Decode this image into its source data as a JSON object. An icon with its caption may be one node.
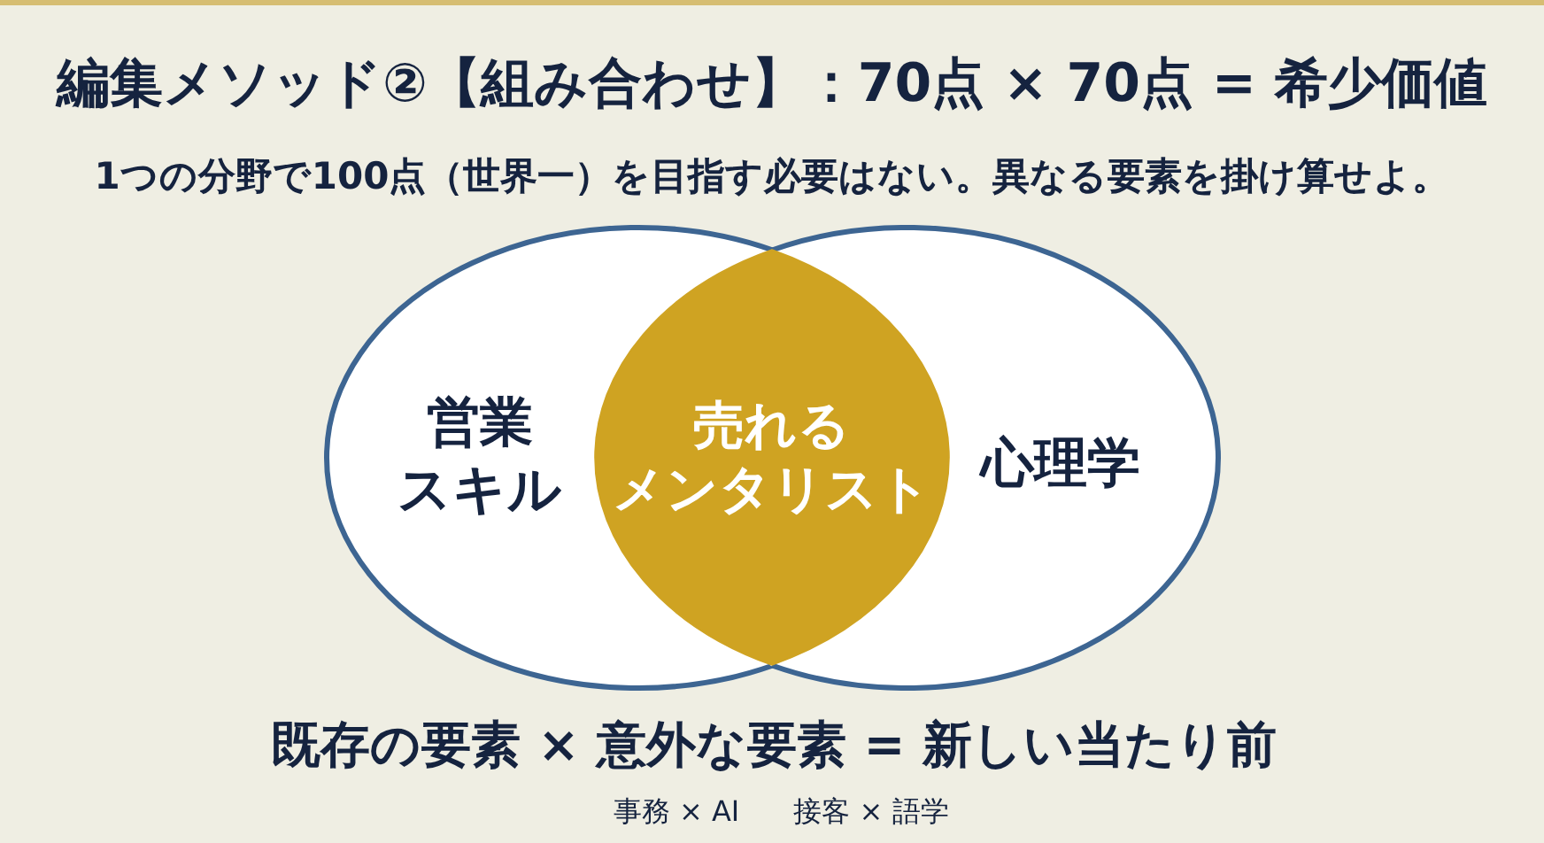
{
  "diagram": {
    "title": "編集メソッド②【組み合わせ】：70点 × 70点 = 希少価値",
    "nodes": [
      {
        "text": [
          "営業スキル"
        ]
      },
      {
        "text": [
          "売れるメンタリスト"
        ]
      },
      {
        "text": [
          "心理学"
        ]
      }
    ],
    "labels": [
      "1つの分野で100点（世界一）を目指す必要はない。異なる要素を掛け算せよ。",
      "既存の要素 × 意外な要素 = 新しい当たり前",
      "事務 × AI",
      "接客 × 語学"
    ]
  }
}
